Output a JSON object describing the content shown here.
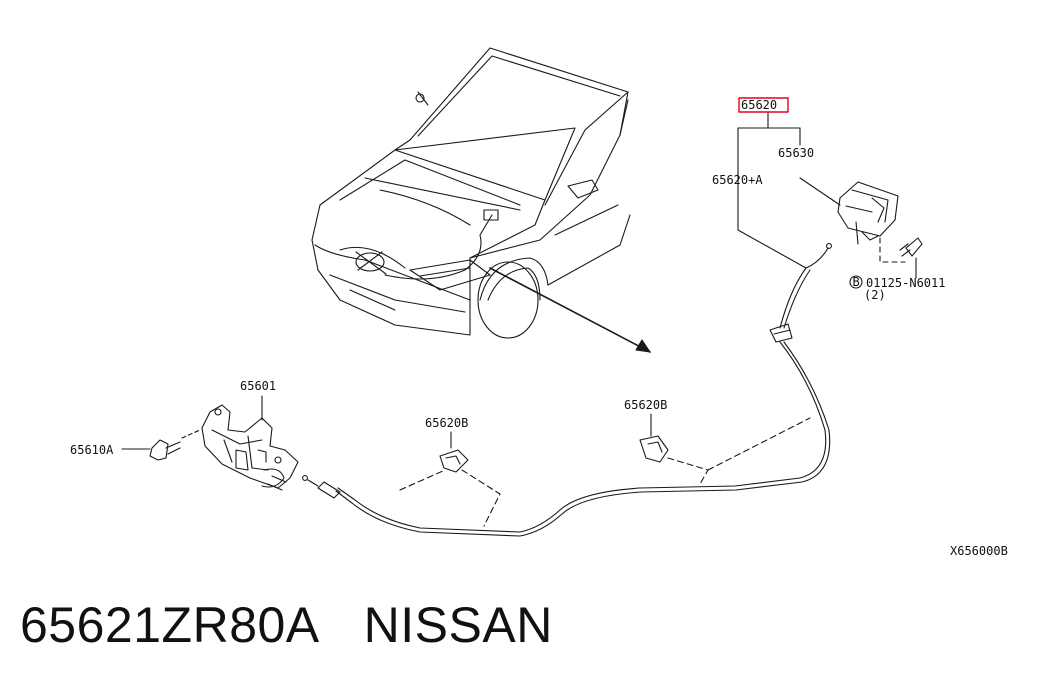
{
  "diagram": {
    "labels": {
      "highlighted": "65620",
      "p65630": "65630",
      "p65620a": "65620+A",
      "bolt": "01125-N6011",
      "bolt_qty": "(2)",
      "bolt_marker": "B",
      "p65601": "65601",
      "p65610a": "65610A",
      "p65620b_left": "65620B",
      "p65620b_right": "65620B",
      "diagram_code": "X656000B"
    },
    "highlight_color": "#e8001c"
  },
  "footer": {
    "part_number": "65621ZR80A",
    "brand": "NISSAN"
  }
}
